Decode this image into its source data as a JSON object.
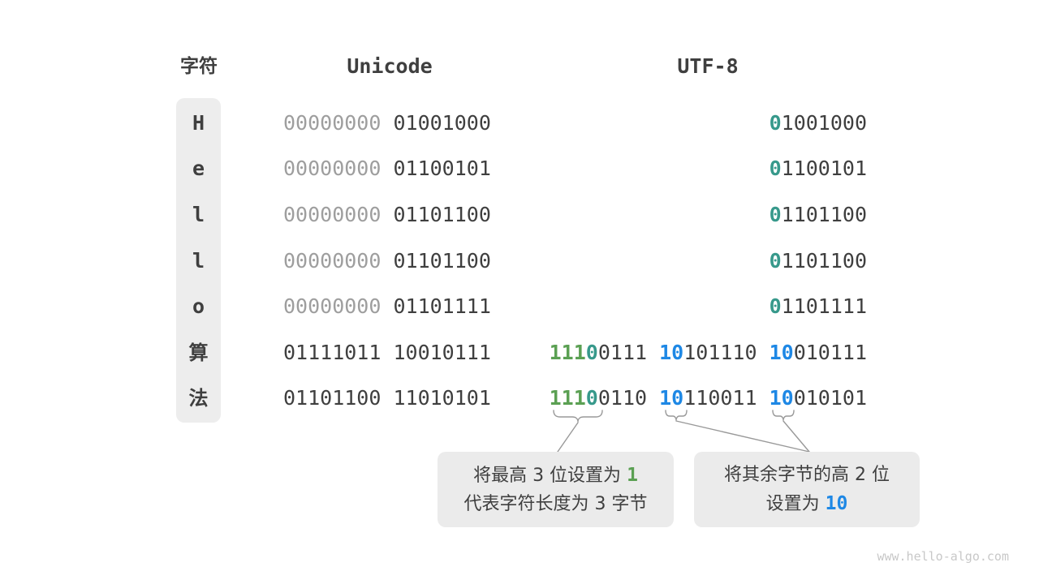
{
  "headers": {
    "char": "字符",
    "unicode": "Unicode",
    "utf8": "UTF-8"
  },
  "rows": [
    {
      "char": "H",
      "unicode_gray": "00000000 ",
      "unicode_main": "01001000",
      "utf8_prefix": "0",
      "utf8_rest": "1001000"
    },
    {
      "char": "e",
      "unicode_gray": "00000000 ",
      "unicode_main": "01100101",
      "utf8_prefix": "0",
      "utf8_rest": "1100101"
    },
    {
      "char": "l",
      "unicode_gray": "00000000 ",
      "unicode_main": "01101100",
      "utf8_prefix": "0",
      "utf8_rest": "1101100"
    },
    {
      "char": "l",
      "unicode_gray": "00000000 ",
      "unicode_main": "01101100",
      "utf8_prefix": "0",
      "utf8_rest": "1101100"
    },
    {
      "char": "o",
      "unicode_gray": "00000000 ",
      "unicode_main": "01101111",
      "utf8_prefix": "0",
      "utf8_rest": "1101111"
    },
    {
      "char": "算",
      "unicode_main": "01111011 10010111",
      "utf8_b1_green": "111",
      "utf8_b1_teal": "0",
      "utf8_b1_rest": "0111 ",
      "utf8_b2_prefix": "10",
      "utf8_b2_rest": "101110 ",
      "utf8_b3_prefix": "10",
      "utf8_b3_rest": "010111"
    },
    {
      "char": "法",
      "unicode_main": "01101100 11010101",
      "utf8_b1_green": "111",
      "utf8_b1_teal": "0",
      "utf8_b1_rest": "0110 ",
      "utf8_b2_prefix": "10",
      "utf8_b2_rest": "110011 ",
      "utf8_b3_prefix": "10",
      "utf8_b3_rest": "010101"
    }
  ],
  "callouts": {
    "left": {
      "line1_text": "将最高 3 位设置为 ",
      "line1_highlight": "1",
      "line2_text": "代表字符长度为 3 字节"
    },
    "right": {
      "line1_text": "将其余字节的高 2 位",
      "line2_text": "设置为 ",
      "line2_highlight": "10"
    }
  },
  "watermark": "www.hello-algo.com",
  "colors": {
    "text_dark": "#3F3F3F",
    "zeros_gray": "#9E9E9E",
    "prefix_teal": "#37998B",
    "prefix_green": "#5BA053",
    "prefix_blue": "#1E88E5",
    "strip_bg": "#EDEDED",
    "callout_bg": "#EBEBEB",
    "annotation_gray": "#999999",
    "watermark_gray": "#C8C8C8"
  }
}
